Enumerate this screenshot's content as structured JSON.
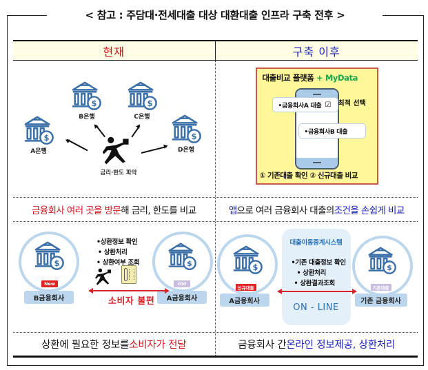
{
  "title": "< 참고 : 주담대·전세대출 대상 대환대출 인프라 구축 전후 >",
  "colors": {
    "red": "#d0141e",
    "blue": "#1c22b8",
    "header_bg": "#fffde3",
    "bank_blue": "#3b6fa8",
    "platform_bg": "#fff79a",
    "mydata_green": "#1aa64a"
  },
  "header": {
    "left": "현재",
    "right": "구축 이후"
  },
  "current_banks": {
    "banks": [
      {
        "label": "A은행",
        "icon": "bank-dollar-icon"
      },
      {
        "label": "B은행",
        "icon": "bank-dollar-icon"
      },
      {
        "label": "C은행",
        "icon": "bank-dollar-icon"
      },
      {
        "label": "D은행",
        "icon": "bank-dollar-icon"
      }
    ],
    "person_caption": "금리·한도 파악",
    "person_icon": "running-person-briefcase-icon"
  },
  "platform": {
    "title_main": "대출비교 플랫폼",
    "title_plus": "+ MyData",
    "option_a": "•금융회사A 대출",
    "option_a_check": "☑",
    "option_b": "•금융회사B 대출",
    "pick_label": "최적 선택",
    "footer": "① 기존대출 확인  ② 신규대출 비교"
  },
  "row2": {
    "left": [
      {
        "text": "금융회사 여러 곳을 방문",
        "color": "red"
      },
      {
        "text": "해 금리, 한도를 비교",
        "color": "black"
      }
    ],
    "right": [
      {
        "text": "앱",
        "color": "blue"
      },
      {
        "text": "으로 여러 금융회사 대출의 ",
        "color": "black"
      },
      {
        "text": "조건을 손쉽게 비교",
        "color": "blue"
      }
    ]
  },
  "repay_current": {
    "new_firm": "B금융회사",
    "new_tag": "New",
    "old_firm": "A금융회사",
    "old_tag": "Old",
    "steps": [
      "•상환정보 확인",
      "• 상환처리",
      "• 상환여부 조회"
    ],
    "inconvenience": "소비자 불편"
  },
  "repay_after": {
    "new_firm": "A금융회사",
    "new_tag": "신규대출",
    "old_firm": "기존 금융회사",
    "old_tag": "기존대출",
    "system_title": "대출이동중계시스템",
    "steps": [
      "•기존 대출정보 확인",
      "• 상환처리",
      "• 상환결과조회"
    ],
    "online": "ON - LINE"
  },
  "row4": {
    "left": [
      {
        "text": "상환에 필요한 정보를 ",
        "color": "black"
      },
      {
        "text": "소비자가 전달",
        "color": "red"
      }
    ],
    "right": [
      {
        "text": "금융회사 간 ",
        "color": "black"
      },
      {
        "text": "온라인 정보제공, 상환처리",
        "color": "blue"
      }
    ]
  }
}
